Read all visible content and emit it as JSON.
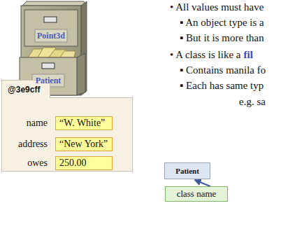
{
  "diagram": {
    "nodes": [
      {
        "text": [
          "@3e9cff"
        ]
      },
      {
        "text": [
          "“W. White”"
        ],
        "in": 0
      },
      {
        "text": [
          "“New York”"
        ],
        "in": 0
      },
      {
        "text": [
          "250.00"
        ],
        "in": 0
      },
      {
        "text": [
          "Patient"
        ]
      },
      {
        "text": [
          "class name"
        ]
      }
    ],
    "edges": [
      {
        "from": 5,
        "to": 4,
        "arrow": "to"
      }
    ],
    "labels": [
      "Point3d",
      "Patient",
      "name",
      "address",
      "owes",
      "• All values must have",
      "▪ An object type is a",
      "▪ But it is more than",
      "• A class is like a",
      "fil",
      "▪ Contains manila fo",
      "▪ Each has same typ",
      "e.g. sa"
    ]
  }
}
